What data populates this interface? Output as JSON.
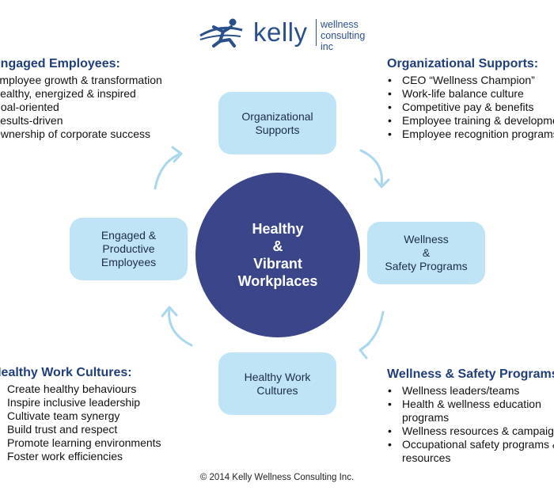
{
  "logo": {
    "brand": "kelly",
    "tagline_line1": "wellness",
    "tagline_line2": "consulting inc",
    "color": "#2b4f8a"
  },
  "engaged": {
    "title": "Engaged Employees:",
    "items": [
      "Employee growth & transformation",
      "Healthy, energized & inspired",
      "Goal-oriented",
      "Results-driven",
      "Ownership of corporate success"
    ]
  },
  "organizational": {
    "title": "Organizational Supports:",
    "items": [
      "CEO “Wellness Champion”",
      "Work-life balance culture",
      "Competitive pay & benefits",
      "Employee training & development",
      "Employee recognition programs"
    ]
  },
  "cultures": {
    "title": "Healthy Work Cultures:",
    "items": [
      "Create healthy behaviours",
      "Inspire inclusive leadership",
      "Cultivate team synergy",
      "Build trust and respect",
      "Promote learning environments",
      "Foster work efficiencies"
    ]
  },
  "safety": {
    "title": "Wellness & Safety Programs:",
    "items": [
      "Wellness leaders/teams",
      "Health & wellness education programs",
      "Wellness resources & campaigns",
      "Occupational safety programs & resources"
    ]
  },
  "nodes": {
    "top": "Organizational\nSupports",
    "right": "Wellness\n&\nSafety Programs",
    "bottom": "Healthy Work\nCultures",
    "left": "Engaged &\nProductive\nEmployees"
  },
  "center": "Healthy\n&\nVibrant\nWorkplaces",
  "copyright": "© 2014 Kelly Wellness Consulting Inc.",
  "colors": {
    "node_fill": "#bfe4f5",
    "center_fill": "#3a4689",
    "arrow": "#a9d8ee",
    "title_text": "#1f3e7a"
  },
  "icons": [
    "runner-logo-icon",
    "cycle-arrow-icon"
  ]
}
